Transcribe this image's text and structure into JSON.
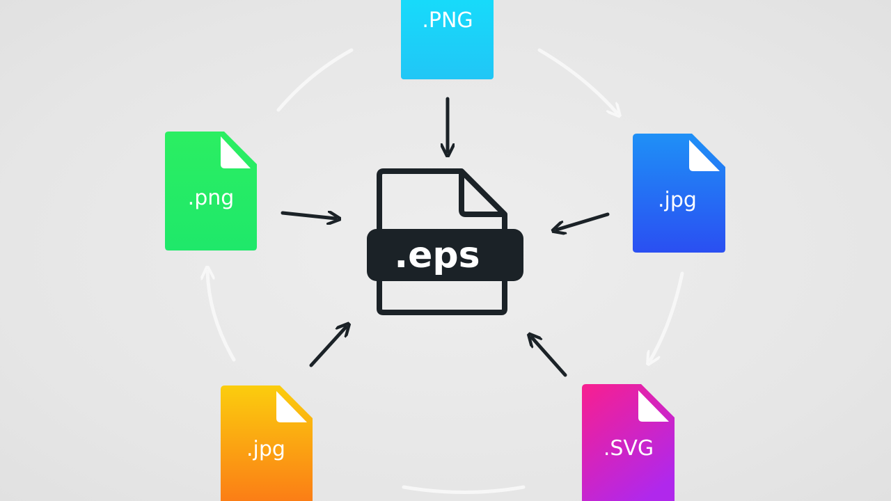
{
  "diagram": {
    "center": {
      "label": ".eps",
      "color": "#1b2227"
    },
    "files": [
      {
        "id": "top",
        "label": ".PNG",
        "colors": [
          "#16dcfb",
          "#21c6f6"
        ]
      },
      {
        "id": "left",
        "label": ".png",
        "colors": [
          "#2bee62",
          "#1fe86a"
        ]
      },
      {
        "id": "right",
        "label": ".jpg",
        "colors": [
          "#1f90f6",
          "#2a4ff2"
        ]
      },
      {
        "id": "bottom-left",
        "label": ".jpg",
        "colors": [
          "#fbcd0e",
          "#fb7a16"
        ]
      },
      {
        "id": "bottom-right",
        "label": ".SVG",
        "colors": [
          "#f81f8f",
          "#b028ec"
        ]
      }
    ],
    "arrow_color": "#1b2227",
    "cycle_color": "#f6f6f6"
  }
}
